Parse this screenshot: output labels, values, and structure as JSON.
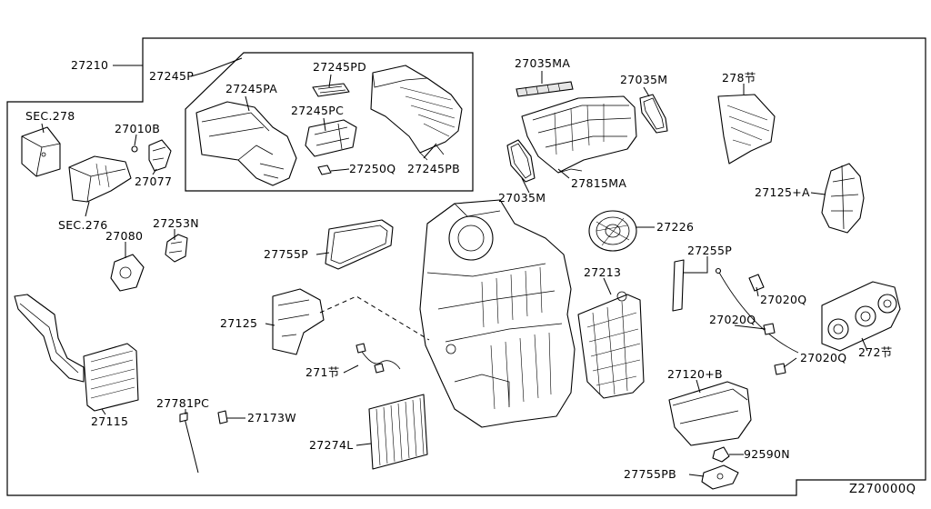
{
  "diagram": {
    "code": "Z270000Q",
    "labels": {
      "l27210": "27210",
      "l27245P": "27245P",
      "l27245PD": "27245PD",
      "l27245PA": "27245PA",
      "l27245PC": "27245PC",
      "l27250Q": "27250Q",
      "l27245PB": "27245PB",
      "l27035MA": "27035MA",
      "l27035M_top": "27035M",
      "l278": "278节",
      "l27815MA": "27815MA",
      "l27035M_bot": "27035M",
      "lSEC278": "SEC.278",
      "l27010B": "27010B",
      "l27077": "27077",
      "lSEC276": "SEC.276",
      "l27253N": "27253N",
      "l27080": "27080",
      "l27755P": "27755P",
      "l27226": "27226",
      "l27125A": "27125+A",
      "l27255P": "27255P",
      "l27213": "27213",
      "l27020Q_a": "27020Q",
      "l27020Q_b": "27020Q",
      "l27020Q_c": "27020Q",
      "l272": "272节",
      "l27125": "27125",
      "l271": "271节",
      "l27120B": "27120+B",
      "l27115": "27115",
      "l27781PC": "27781PC",
      "l27173W": "27173W",
      "l27274L": "27274L",
      "l92590N": "92590N",
      "l27755PB": "27755PB"
    }
  }
}
